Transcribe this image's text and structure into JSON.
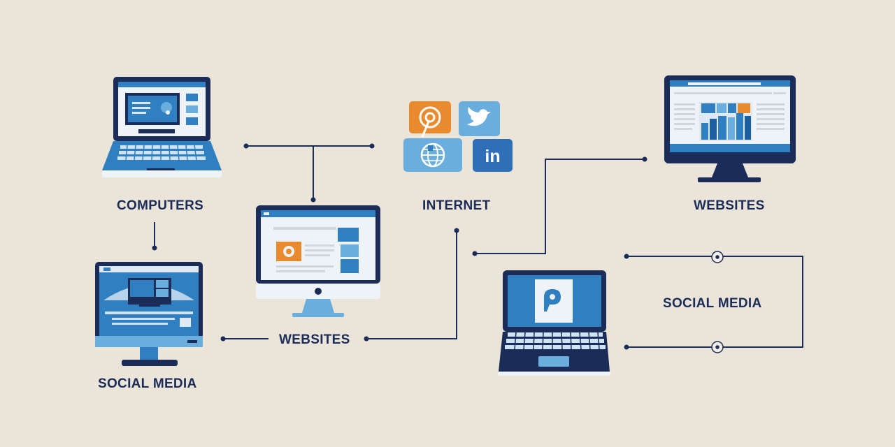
{
  "labels": {
    "computers": "COMPUTERS",
    "internet": "INTERNET",
    "websites_top_right": "WEBSITES",
    "websites_center": "WEBSITES",
    "social_media_left": "SOCIAL MEDIA",
    "social_media_right": "SOCIAL MEDIA"
  },
  "social_tiles": {
    "linkedin_text": "in"
  },
  "colors": {
    "background": "#ebe5d9",
    "navy": "#1c2c58",
    "blue": "#2f7fc1",
    "light_blue": "#6aaedd",
    "orange": "#e98a2e"
  },
  "icons": [
    "laptop-icon",
    "monitor-icon",
    "pinterest-icon",
    "twitter-icon",
    "globe-icon",
    "linkedin-icon"
  ]
}
